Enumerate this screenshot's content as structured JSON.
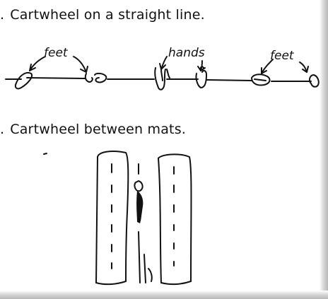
{
  "section1": {
    "number": ".",
    "caption": "Cartwheel on a straight line."
  },
  "section2": {
    "number": ".",
    "caption": "Cartwheel between mats."
  },
  "labels": {
    "feet_left": "feet",
    "hands": "hands",
    "feet_right": "feet"
  }
}
